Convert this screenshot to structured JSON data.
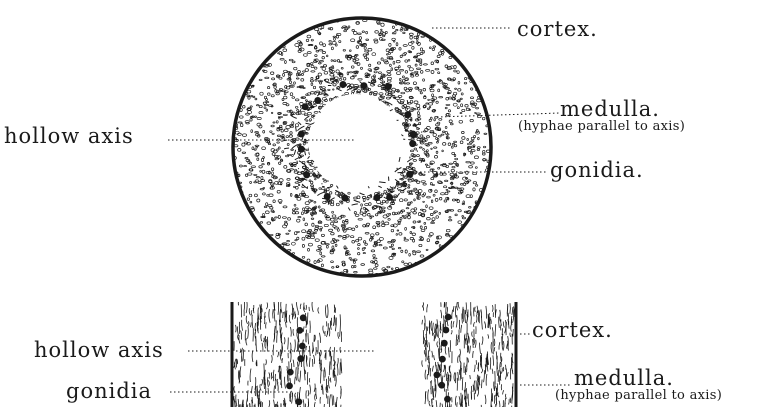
{
  "figure": {
    "top_section": {
      "labels": {
        "cortex": "cortex.",
        "medulla": "medulla.",
        "medulla_note": "(hyphae parallel to axis)",
        "hollow_axis": "hollow axis",
        "gonidia": "gonidia."
      }
    },
    "bottom_section": {
      "labels": {
        "hollow_axis": "hollow axis",
        "gonidia": "gonidia",
        "cortex": "cortex.",
        "medulla": "medulla.",
        "medulla_note": "(hyphae parallel to axis)"
      }
    },
    "colors": {
      "ink": "#1a1a1a",
      "paper": "#ffffff"
    }
  }
}
